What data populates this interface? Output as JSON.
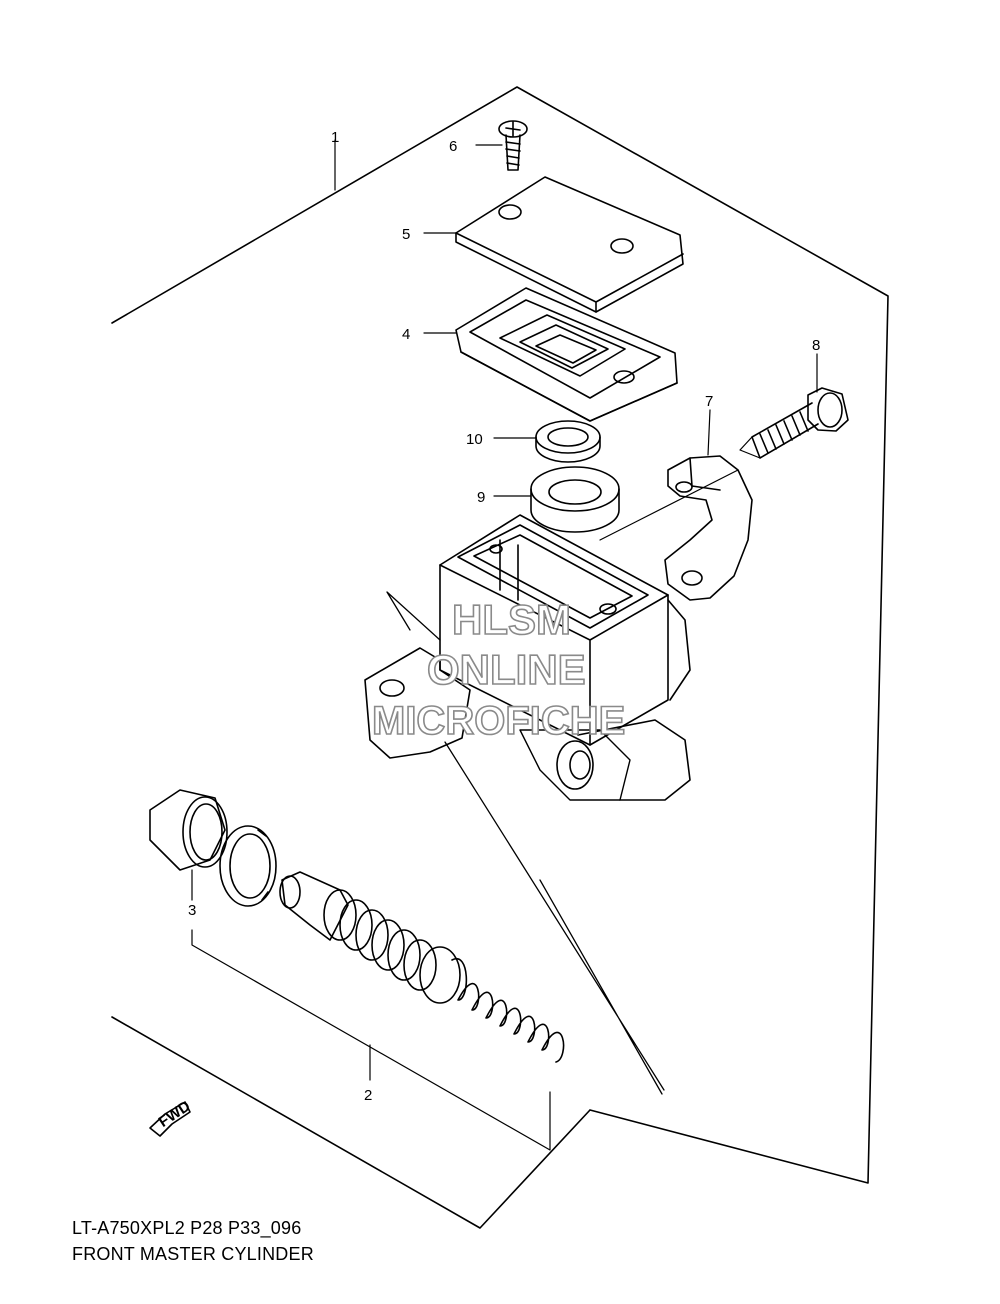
{
  "diagram": {
    "code": "LT-A750XPL2 P28 P33_096",
    "title": "FRONT MASTER CYLINDER",
    "watermark": [
      "HLSM",
      "ONLINE",
      "MICROFICHE"
    ],
    "forward_arrow_label": "FWD",
    "callouts": [
      {
        "id": "1",
        "label": "1"
      },
      {
        "id": "2",
        "label": "2"
      },
      {
        "id": "3",
        "label": "3"
      },
      {
        "id": "4",
        "label": "4"
      },
      {
        "id": "5",
        "label": "5"
      },
      {
        "id": "6",
        "label": "6"
      },
      {
        "id": "7",
        "label": "7"
      },
      {
        "id": "8",
        "label": "8"
      },
      {
        "id": "9",
        "label": "9"
      },
      {
        "id": "10",
        "label": "10"
      }
    ]
  }
}
